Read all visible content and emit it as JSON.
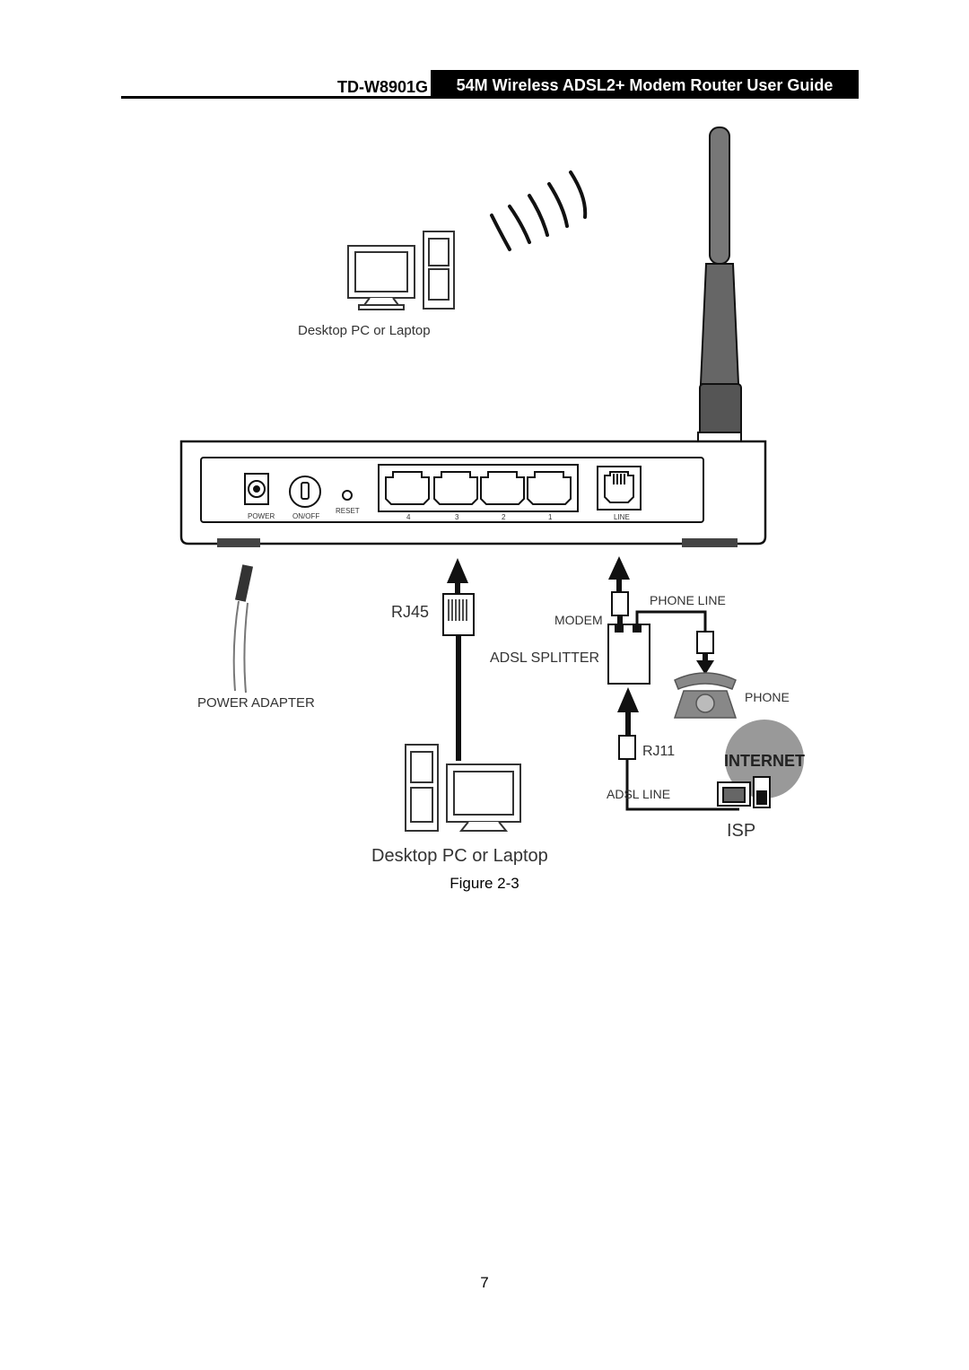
{
  "header": {
    "model": "TD-W8901G",
    "title": "54M Wireless ADSL2+ Modem Router User Guide"
  },
  "figure": {
    "wireless_pc_label": "Desktop PC or Laptop",
    "wired_pc_label": "Desktop PC or Laptop",
    "port_labels": {
      "power": "POWER",
      "onoff": "ON/OFF",
      "reset": "RESET",
      "lan4": "4",
      "lan3": "3",
      "lan2": "2",
      "lan1": "1",
      "line": "LINE"
    },
    "rj45": "RJ45",
    "modem": "MODEM",
    "phone_line": "PHONE LINE",
    "adsl_splitter": "ADSL SPLITTER",
    "phone": "PHONE",
    "power_adapter": "POWER ADAPTER",
    "rj11": "RJ11",
    "internet": "INTERNET",
    "adsl_line": "ADSL LINE",
    "isp": "ISP"
  },
  "caption": "Figure 2-3",
  "page_number": "7"
}
